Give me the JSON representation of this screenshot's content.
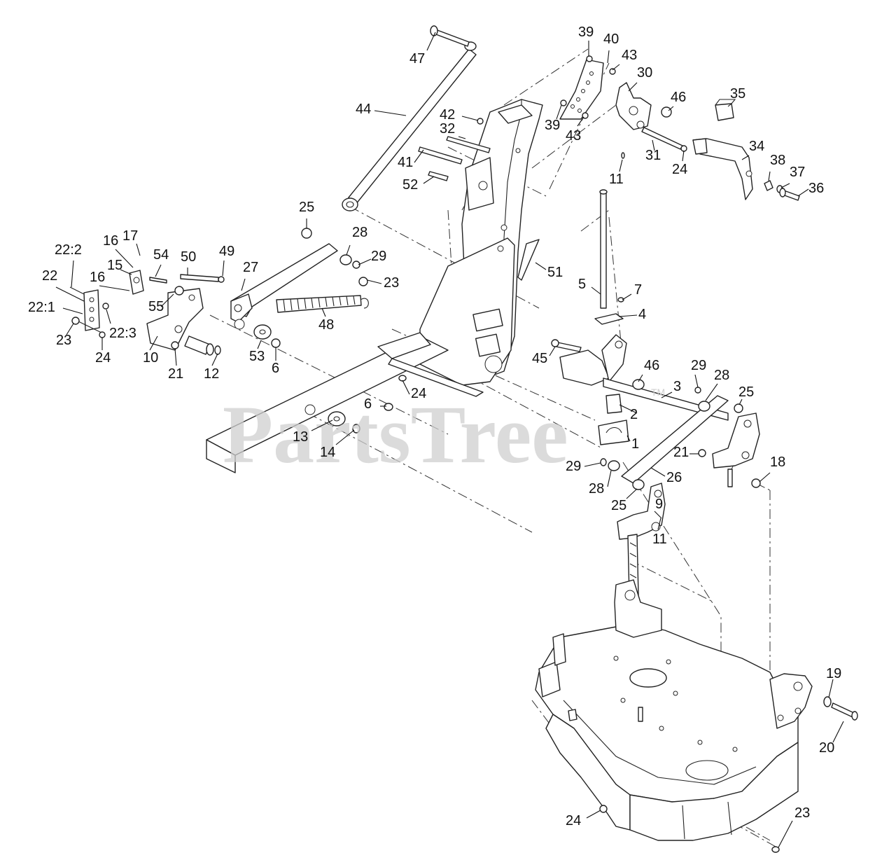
{
  "diagram": {
    "watermark": "PartsTree",
    "watermark_mark": "TM",
    "callouts": [
      {
        "label": "47"
      },
      {
        "label": "44"
      },
      {
        "label": "42"
      },
      {
        "label": "32"
      },
      {
        "label": "41"
      },
      {
        "label": "52"
      },
      {
        "label": "39"
      },
      {
        "label": "40"
      },
      {
        "label": "43"
      },
      {
        "label": "30"
      },
      {
        "label": "46"
      },
      {
        "label": "35"
      },
      {
        "label": "39"
      },
      {
        "label": "43"
      },
      {
        "label": "34"
      },
      {
        "label": "31"
      },
      {
        "label": "24"
      },
      {
        "label": "11"
      },
      {
        "label": "38"
      },
      {
        "label": "37"
      },
      {
        "label": "36"
      },
      {
        "label": "25"
      },
      {
        "label": "28"
      },
      {
        "label": "29"
      },
      {
        "label": "51"
      },
      {
        "label": "17"
      },
      {
        "label": "16"
      },
      {
        "label": "54"
      },
      {
        "label": "50"
      },
      {
        "label": "49"
      },
      {
        "label": "27"
      },
      {
        "label": "22:2"
      },
      {
        "label": "15"
      },
      {
        "label": "22"
      },
      {
        "label": "16"
      },
      {
        "label": "23"
      },
      {
        "label": "22:1"
      },
      {
        "label": "55"
      },
      {
        "label": "22:3"
      },
      {
        "label": "48"
      },
      {
        "label": "23"
      },
      {
        "label": "24"
      },
      {
        "label": "10"
      },
      {
        "label": "21"
      },
      {
        "label": "12"
      },
      {
        "label": "53"
      },
      {
        "label": "6"
      },
      {
        "label": "5"
      },
      {
        "label": "7"
      },
      {
        "label": "4"
      },
      {
        "label": "45"
      },
      {
        "label": "46"
      },
      {
        "label": "29"
      },
      {
        "label": "28"
      },
      {
        "label": "3"
      },
      {
        "label": "25"
      },
      {
        "label": "24"
      },
      {
        "label": "6"
      },
      {
        "label": "2"
      },
      {
        "label": "13"
      },
      {
        "label": "1"
      },
      {
        "label": "14"
      },
      {
        "label": "21"
      },
      {
        "label": "18"
      },
      {
        "label": "29"
      },
      {
        "label": "26"
      },
      {
        "label": "28"
      },
      {
        "label": "25"
      },
      {
        "label": "9"
      },
      {
        "label": "11"
      },
      {
        "label": "19"
      },
      {
        "label": "20"
      },
      {
        "label": "24"
      },
      {
        "label": "23"
      }
    ]
  }
}
